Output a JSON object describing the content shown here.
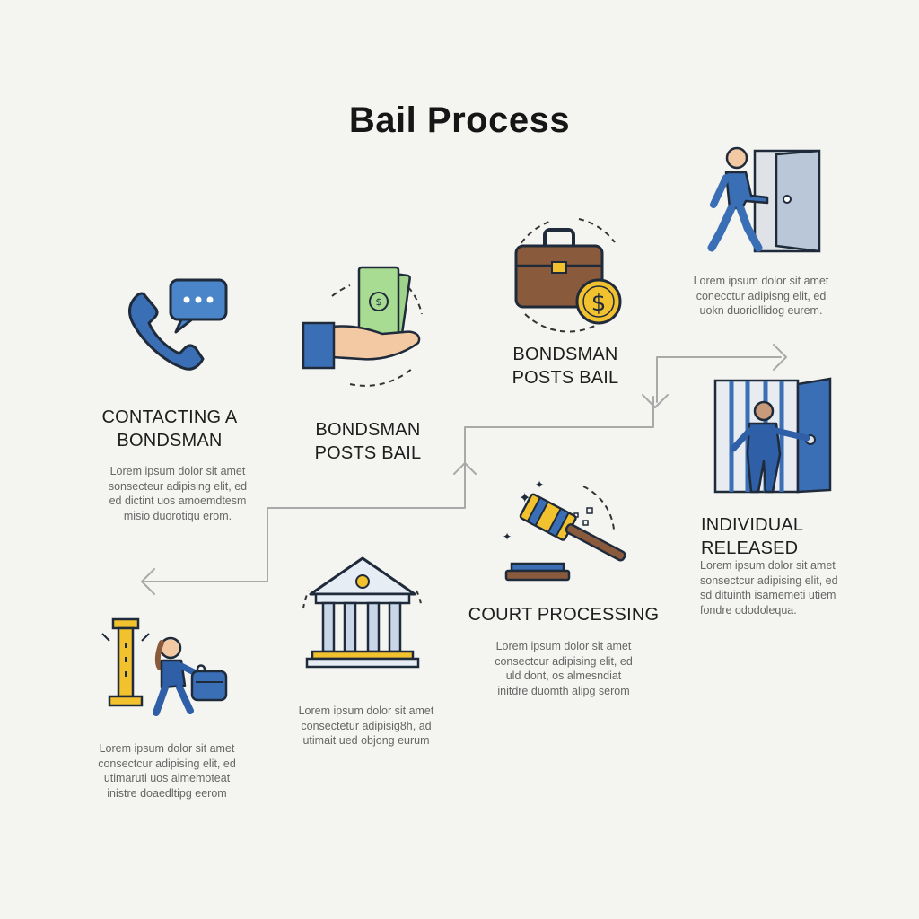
{
  "title": "Bail Process",
  "colors": {
    "blue": "#3a6fb6",
    "dark": "#1f2a3a",
    "green": "#9fd28a",
    "brown": "#8a5a3c",
    "gold": "#f2c12e",
    "connector": "#a9a9a9"
  },
  "icons": [
    "phone-chat-icon",
    "hand-cash-icon",
    "briefcase-coin-icon",
    "person-exit-door-icon",
    "courthouse-icon",
    "gavel-icon",
    "jail-cell-release-icon",
    "person-luggage-icon"
  ],
  "steps": {
    "contacting": {
      "heading": [
        "CONTACTING A",
        "BONDSMAN"
      ],
      "body": [
        "Lorem ipsum dolor sit amet",
        "sonsecteur adipising elit, ed",
        "ed dictint uos amoemdtesm",
        "misio duorotiqu erom."
      ]
    },
    "hand_cash": {
      "heading": [
        "BONDSMAN",
        "POSTS BAIL"
      ]
    },
    "briefcase": {
      "heading": [
        "BONDSMAN",
        "POSTS BAIL"
      ]
    },
    "exit_door": {
      "body": [
        "Lorem ipsum dolor sit amet",
        "conecctur adipisng elit, ed",
        "uokn duoriollidog eurem."
      ]
    },
    "courthouse": {
      "body": [
        "Lorem ipsum dolor sit amet",
        "consectetur adipisig8h, ad",
        "utimait ued objong eurum"
      ]
    },
    "court_processing": {
      "heading": [
        "COURT PROCESSING"
      ],
      "body": [
        "Lorem ipsum dolor sit amet",
        "consectcur adipising elit, ed",
        "uld dont, os almesndiat",
        "initdre duomth alipg serom"
      ]
    },
    "released": {
      "heading": [
        "INDIVIDUAL",
        "RELEASED"
      ],
      "body": [
        "Lorem ipsum dolor sit amet",
        "sonsectcur adipising elit, ed",
        "sd dituinth isamemeti utiem",
        "fondre ododolequa."
      ]
    },
    "bottom_left": {
      "body": [
        "Lorem ipsum dolor sit amet",
        "consectcur adipising elit, ed",
        "utimaruti uos almemoteat",
        "inistre doaedltipg eerom"
      ]
    }
  }
}
